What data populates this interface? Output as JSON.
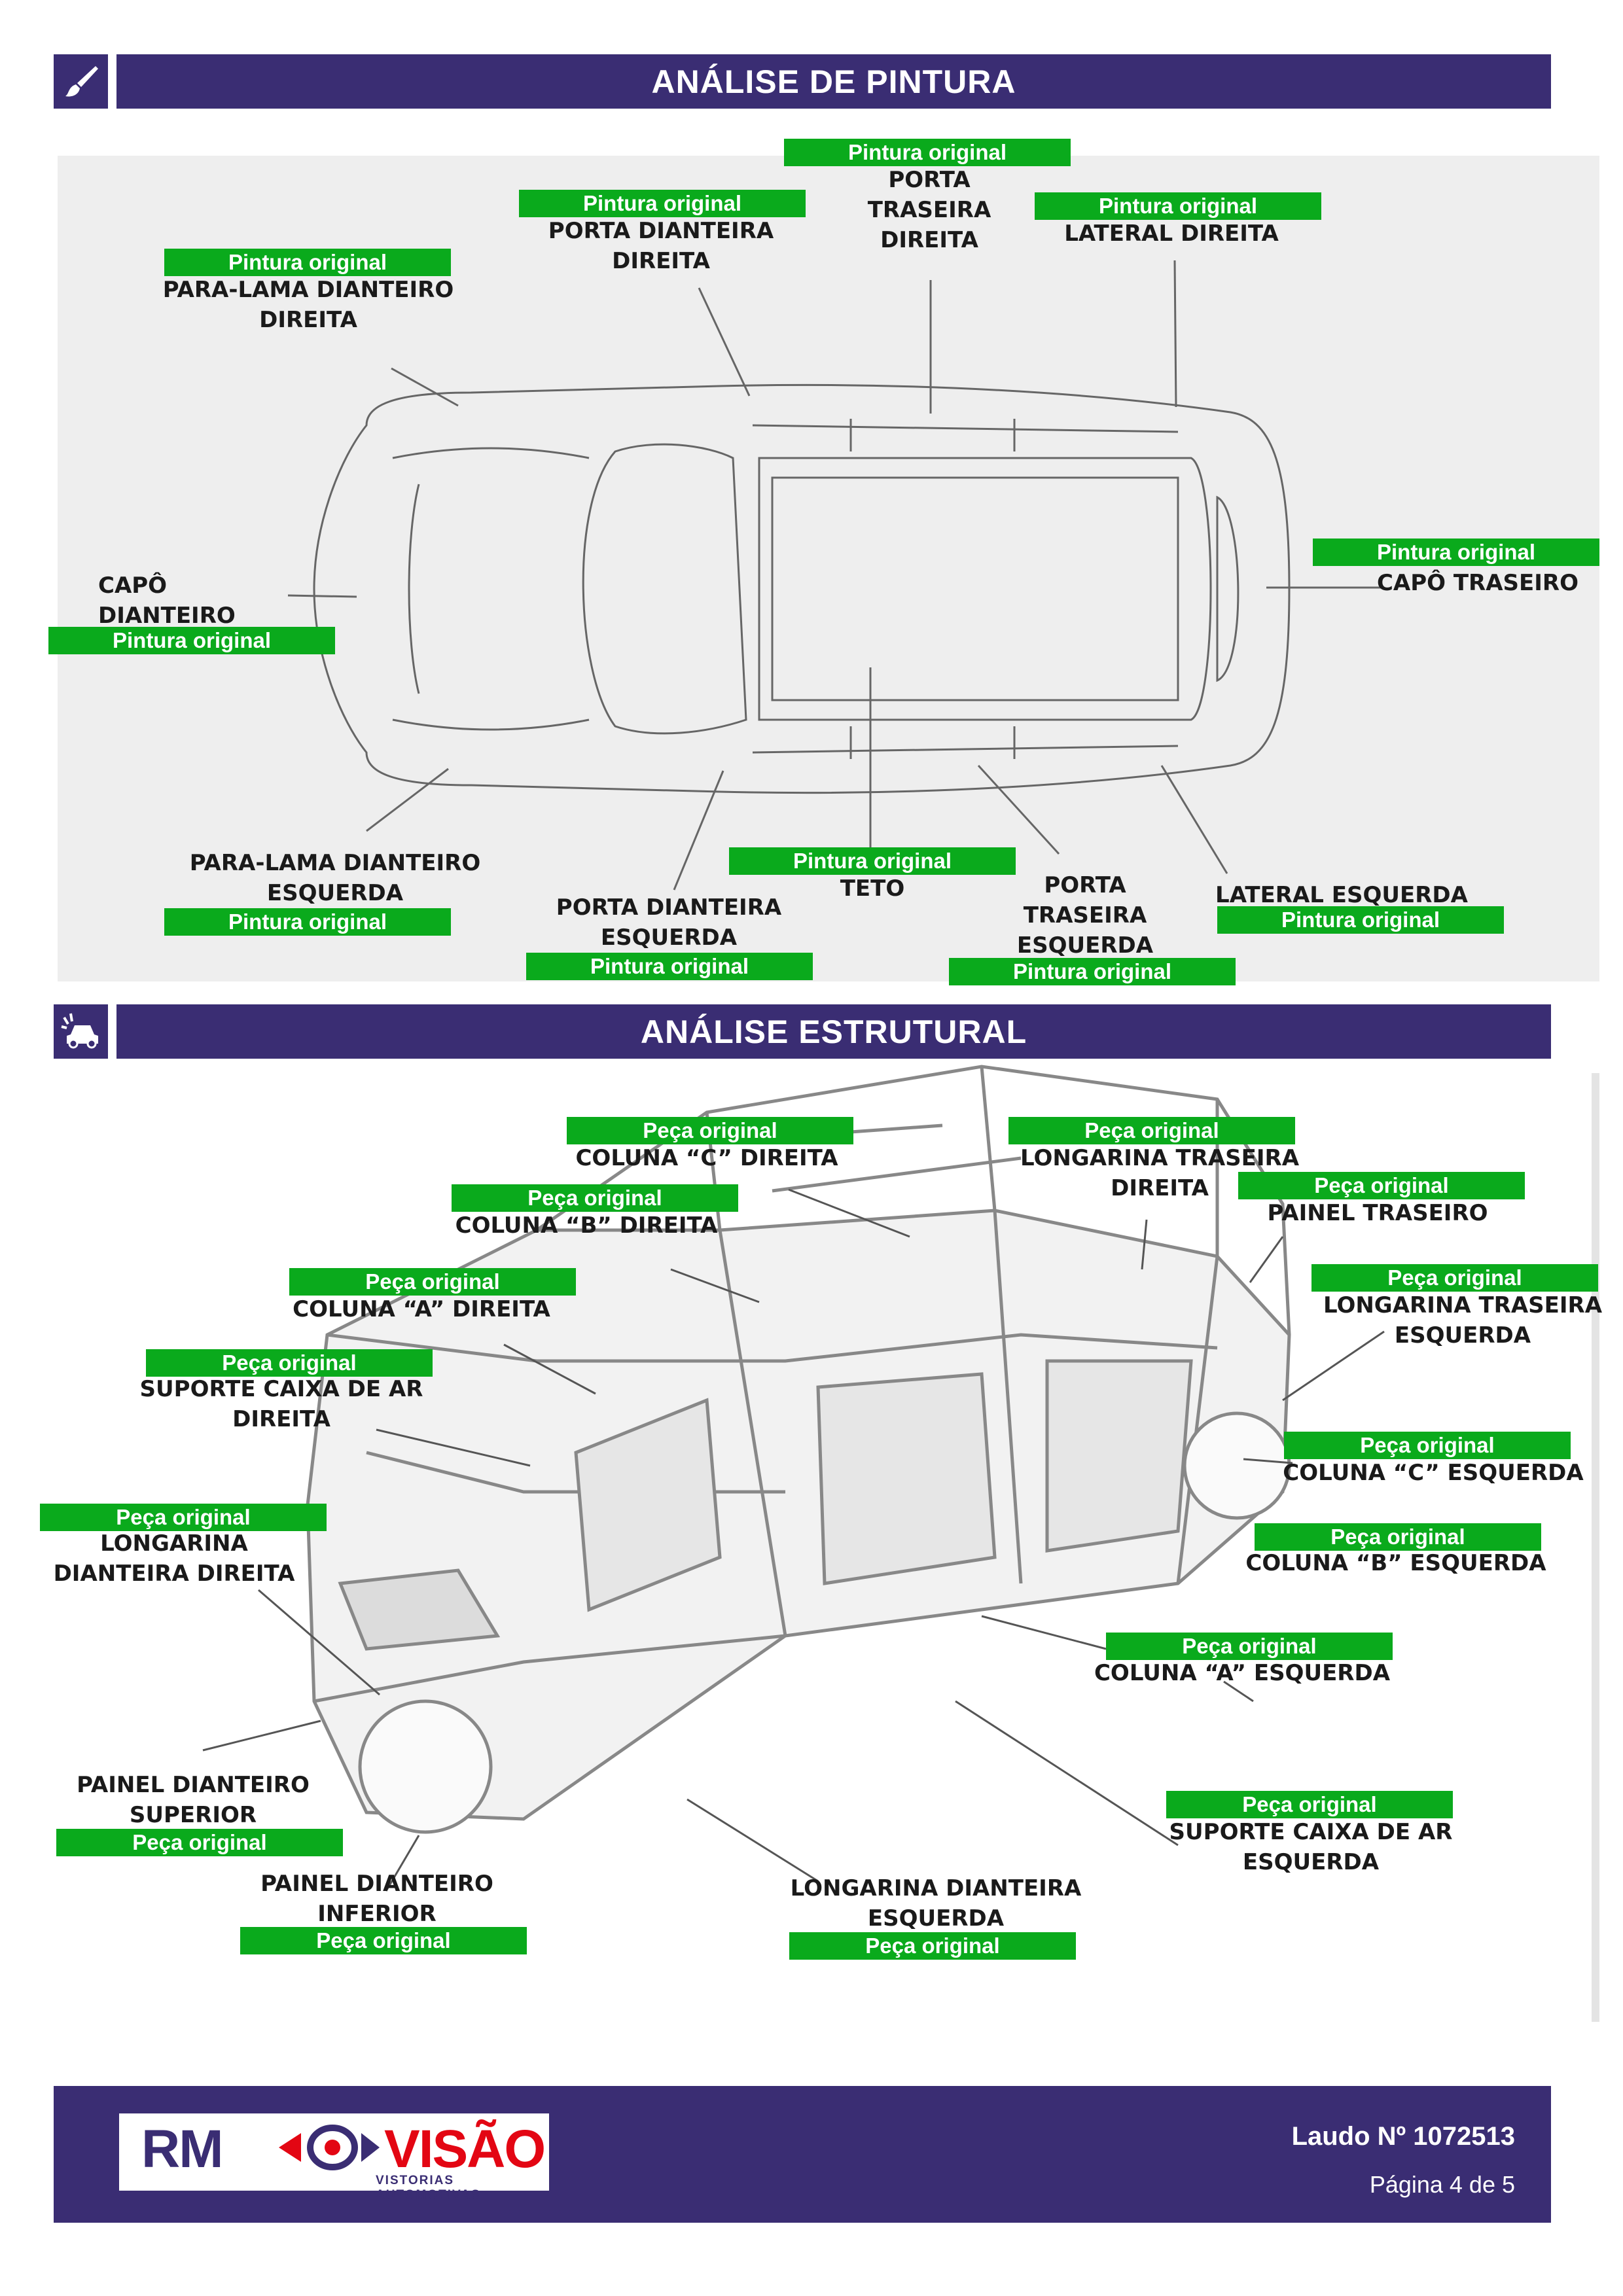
{
  "painting": {
    "title": "ANÁLISE DE PINTURA",
    "icon": "brush-icon",
    "parts": [
      {
        "status": "Pintura original",
        "name": [
          "PARA-LAMA DIANTEIRO",
          "DIREITA"
        ]
      },
      {
        "status": "Pintura original",
        "name": [
          "PORTA DIANTEIRA",
          "DIREITA"
        ]
      },
      {
        "status": "Pintura original",
        "name": [
          "PORTA",
          "TRASEIRA",
          "DIREITA"
        ]
      },
      {
        "status": "Pintura original",
        "name": [
          "LATERAL DIREITA"
        ]
      },
      {
        "status": "Pintura original",
        "name": [
          "CAPÔ TRASEIRO"
        ]
      },
      {
        "status": "Pintura original",
        "name": [
          "CAPÔ",
          "DIANTEIRO"
        ]
      },
      {
        "status": "Pintura original",
        "name": [
          "TETO"
        ]
      },
      {
        "status": "Pintura original",
        "name": [
          "PARA-LAMA DIANTEIRO",
          "ESQUERDA"
        ]
      },
      {
        "status": "Pintura original",
        "name": [
          "PORTA DIANTEIRA",
          "ESQUERDA"
        ]
      },
      {
        "status": "Pintura original",
        "name": [
          "PORTA",
          "TRASEIRA",
          "ESQUERDA"
        ]
      },
      {
        "status": "Pintura original",
        "name": [
          "LATERAL ESQUERDA"
        ]
      }
    ]
  },
  "structural": {
    "title": "ANÁLISE ESTRUTURAL",
    "icon": "car-crash-icon",
    "parts": [
      {
        "status": "Peça original",
        "name": [
          "COLUNA “C” DIREITA"
        ]
      },
      {
        "status": "Peça original",
        "name": [
          "LONGARINA TRASEIRA",
          "DIREITA"
        ]
      },
      {
        "status": "Peça original",
        "name": [
          "COLUNA “B” DIREITA"
        ]
      },
      {
        "status": "Peça original",
        "name": [
          "PAINEL TRASEIRO"
        ]
      },
      {
        "status": "Peça original",
        "name": [
          "COLUNA “A” DIREITA"
        ]
      },
      {
        "status": "Peça original",
        "name": [
          "LONGARINA TRASEIRA",
          "ESQUERDA"
        ]
      },
      {
        "status": "Peça original",
        "name": [
          "SUPORTE CAIXA DE AR",
          "DIREITA"
        ]
      },
      {
        "status": "Peça original",
        "name": [
          "COLUNA “C” ESQUERDA"
        ]
      },
      {
        "status": "Peça original",
        "name": [
          "LONGARINA",
          "DIANTEIRA DIREITA"
        ]
      },
      {
        "status": "Peça original",
        "name": [
          "COLUNA “B” ESQUERDA"
        ]
      },
      {
        "status": "Peça original",
        "name": [
          "COLUNA “A” ESQUERDA"
        ]
      },
      {
        "status": "Peça original",
        "name": [
          "PAINEL DIANTEIRO",
          "SUPERIOR"
        ]
      },
      {
        "status": "Peça original",
        "name": [
          "SUPORTE CAIXA DE AR",
          "ESQUERDA"
        ]
      },
      {
        "status": "Peça original",
        "name": [
          "PAINEL DIANTEIRO",
          "INFERIOR"
        ]
      },
      {
        "status": "Peça original",
        "name": [
          "LONGARINA DIANTEIRA",
          "ESQUERDA"
        ]
      }
    ]
  },
  "footer": {
    "logo_left": "RM",
    "logo_right": "VISÃO",
    "logo_sub": "VISTORIAS AUTOMOTIVAS",
    "report": "Laudo Nº 1072513",
    "page": "Página 4 de 5"
  },
  "colors": {
    "header": "#3a2d73",
    "tag": "#0aaa1c",
    "logo_red": "#e30613"
  }
}
